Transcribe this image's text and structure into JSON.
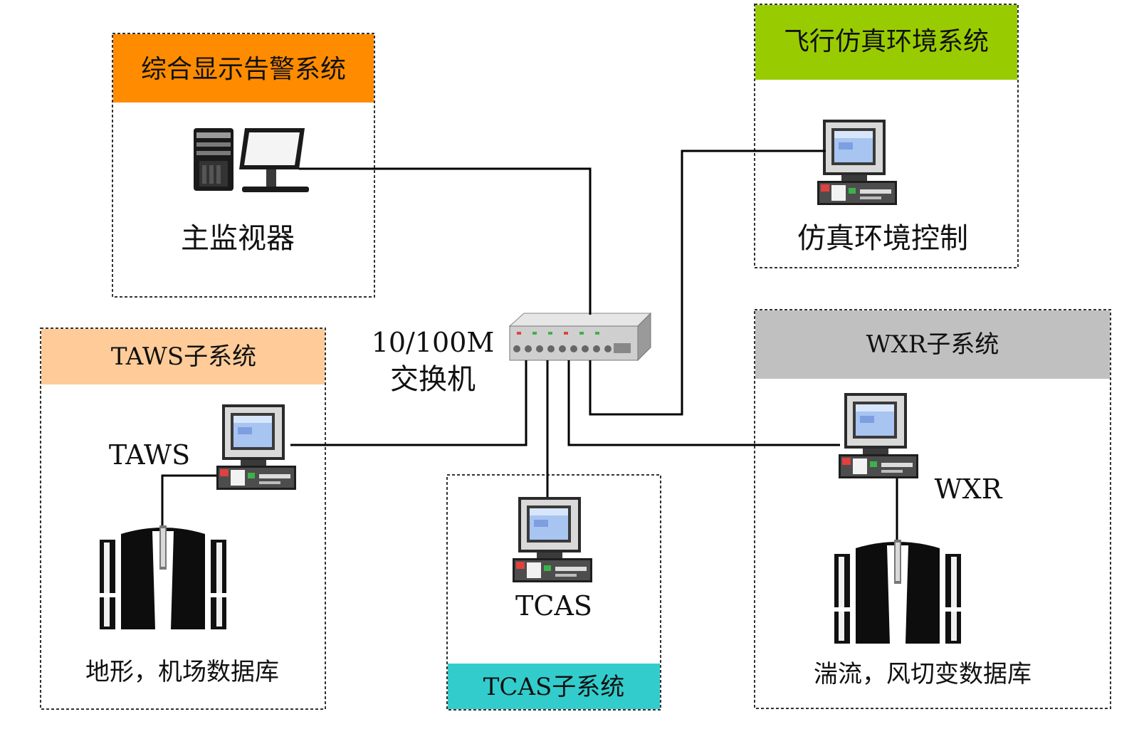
{
  "colors": {
    "display_header": "#FF8C00",
    "sim_header": "#99CC00",
    "taws_header": "#FFCC99",
    "wxr_header": "#C0C0C0",
    "tcas_header": "#33CCCC"
  },
  "systems": {
    "display": {
      "title": "综合显示告警系统",
      "device_label": "主监视器"
    },
    "sim": {
      "title": "飞行仿真环境系统",
      "device_label": "仿真环境控制"
    },
    "taws": {
      "title": "TAWS子系统",
      "device_label": "TAWS",
      "db_label": "地形，机场数据库"
    },
    "wxr": {
      "title": "WXR子系统",
      "device_label": "WXR",
      "db_label": "湍流，风切变数据库"
    },
    "tcas": {
      "title": "TCAS子系统",
      "device_label": "TCAS"
    }
  },
  "switch": {
    "line1": "10/100M",
    "line2": "交换机"
  },
  "icons": {
    "monitor": "monitor-server-icon",
    "workstation": "computer-workstation-icon",
    "database": "database-server-icon",
    "switch": "network-switch-icon"
  }
}
